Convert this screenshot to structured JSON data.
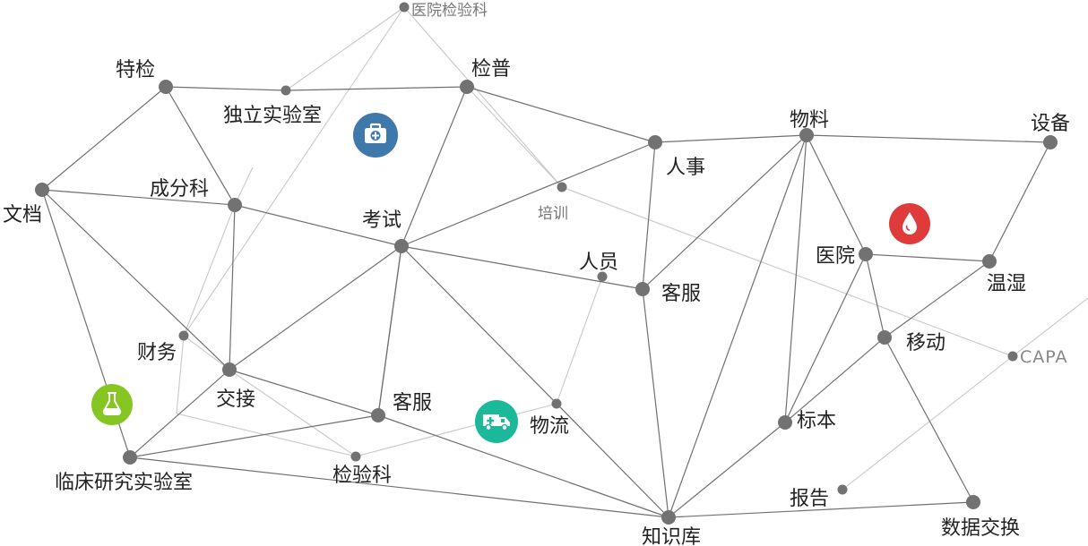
{
  "nodes": {
    "hospital_lab": {
      "label": "医院检验科"
    },
    "special_test": {
      "label": "特检"
    },
    "independent_lab": {
      "label": "独立实验室"
    },
    "general_test": {
      "label": "检普"
    },
    "materials": {
      "label": "物料"
    },
    "equipment": {
      "label": "设备"
    },
    "personnel_affairs": {
      "label": "人事"
    },
    "training": {
      "label": "培训"
    },
    "component": {
      "label": "成分科"
    },
    "docs": {
      "label": "文档"
    },
    "exam": {
      "label": "考试"
    },
    "staff": {
      "label": "人员"
    },
    "service1": {
      "label": "客服"
    },
    "hospital": {
      "label": "医院"
    },
    "temp_humidity": {
      "label": "温湿"
    },
    "finance": {
      "label": "财务"
    },
    "mobile": {
      "label": "移动"
    },
    "capa": {
      "label": "CAPA"
    },
    "handover": {
      "label": "交接"
    },
    "service2": {
      "label": "客服"
    },
    "logistics": {
      "label": "物流"
    },
    "specimen": {
      "label": "标本"
    },
    "clinical_lab": {
      "label": "临床研究实验室"
    },
    "lab_dept": {
      "label": "检验科"
    },
    "report": {
      "label": "报告"
    },
    "knowledge": {
      "label": "知识库"
    },
    "data_exchange": {
      "label": "数据交换"
    }
  },
  "icons": {
    "medkit": {
      "name": "medical-kit-icon",
      "color": "#3f79ab"
    },
    "blood": {
      "name": "blood-drop-icon",
      "color": "#e03b3b"
    },
    "flask": {
      "name": "flask-icon",
      "color": "#86c623"
    },
    "ambulance": {
      "name": "ambulance-icon",
      "color": "#1bb89a"
    }
  },
  "colors": {
    "node": "#727272",
    "edge_dark": "#707070",
    "edge_light": "#c8c8c8"
  }
}
